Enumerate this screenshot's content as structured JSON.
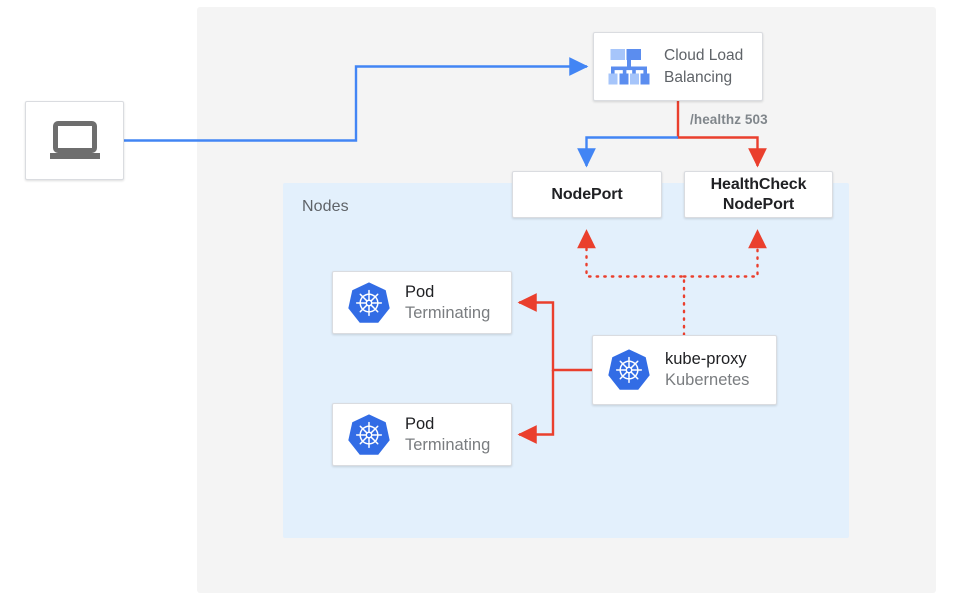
{
  "diagram": {
    "title": "Kubernetes external traffic policy local health check diagram",
    "colors": {
      "blue_flow": "#4285f4",
      "red_flow": "#ea3f2d",
      "nodes_region": "#e3f0fc",
      "outer_region": "#f4f4f4",
      "k8s_blue": "#326ce5",
      "gray_text": "#5f6368",
      "muted_text": "#7a7d80",
      "card_border": "#dadce0"
    }
  },
  "regions": {
    "outer": {
      "name": "outer-gray-region"
    },
    "nodes": {
      "label": "Nodes"
    }
  },
  "client": {
    "icon": "laptop-icon"
  },
  "load_balancer": {
    "icon": "cloud-load-balancing-icon",
    "line1": "Cloud Load",
    "line2": "Balancing"
  },
  "annotations": {
    "healthz": "/healthz 503"
  },
  "ports": {
    "nodeport": {
      "label": "NodePort"
    },
    "healthcheck_nodeport": {
      "line1": "HealthCheck",
      "line2": "NodePort"
    }
  },
  "pods": [
    {
      "icon": "kubernetes-icon",
      "title": "Pod",
      "status": "Terminating"
    },
    {
      "icon": "kubernetes-icon",
      "title": "Pod",
      "status": "Terminating"
    }
  ],
  "kube_proxy": {
    "icon": "kubernetes-icon",
    "title": "kube-proxy",
    "subtitle": "Kubernetes"
  },
  "flows": [
    {
      "name": "client-to-load-balancer",
      "color": "#4285f4",
      "style": "solid",
      "from": "laptop",
      "to": "cloud-load-balancing"
    },
    {
      "name": "load-balancer-to-nodeport",
      "color": "#4285f4",
      "style": "solid",
      "from": "cloud-load-balancing",
      "to": "nodeport"
    },
    {
      "name": "load-balancer-healthcheck",
      "color": "#ea3f2d",
      "style": "solid",
      "from": "cloud-load-balancing",
      "to": "healthcheck-nodeport",
      "label": "/healthz 503"
    },
    {
      "name": "kube-proxy-healthcheck-response",
      "color": "#ea3f2d",
      "style": "dotted",
      "from": "kube-proxy",
      "to": "nodeport-and-healthcheck-nodeport"
    },
    {
      "name": "kube-proxy-to-pod-1",
      "color": "#ea3f2d",
      "style": "solid",
      "from": "kube-proxy",
      "to": "pod-1"
    },
    {
      "name": "kube-proxy-to-pod-2",
      "color": "#ea3f2d",
      "style": "solid",
      "from": "kube-proxy",
      "to": "pod-2"
    }
  ]
}
